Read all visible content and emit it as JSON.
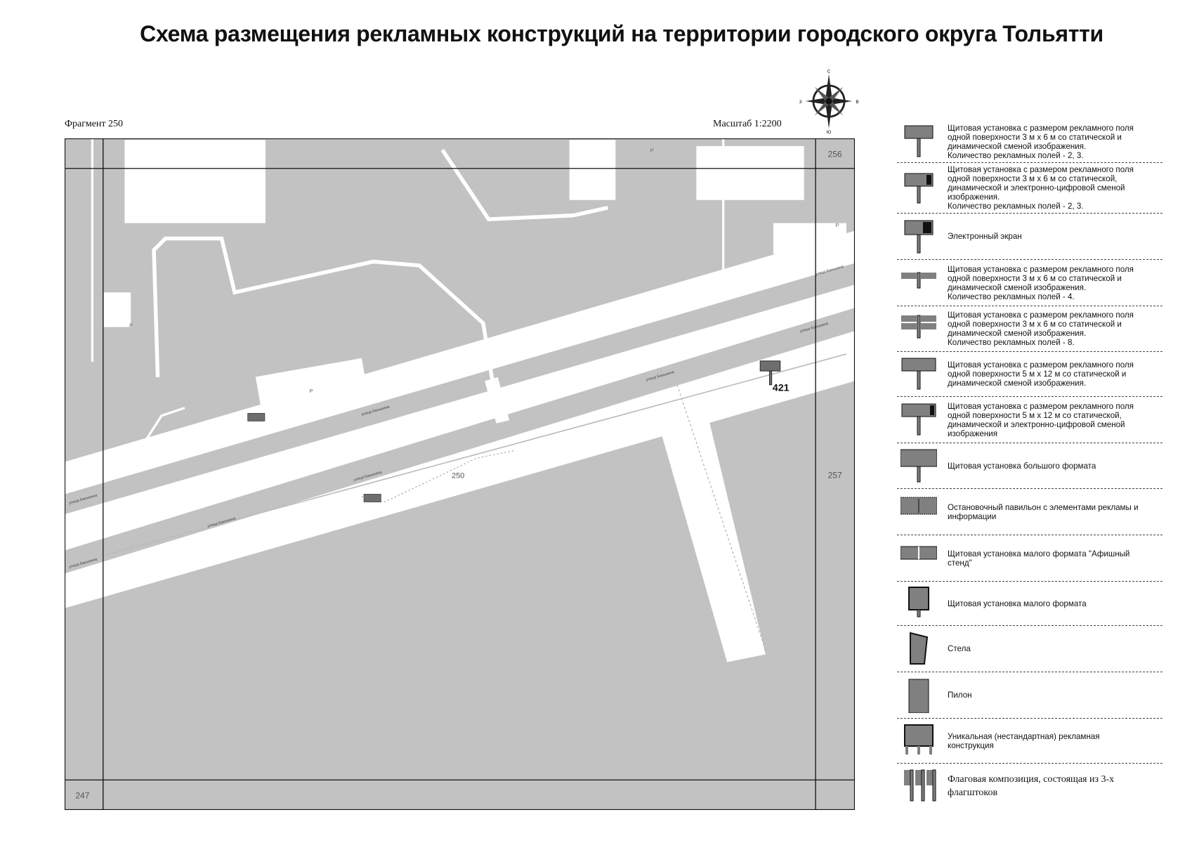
{
  "title": "Схема размещения рекламных конструкций на территории городского округа Тольятти",
  "fragment_label": "Фрагмент 250",
  "scale_label": "Масштаб 1:2200",
  "compass": {
    "north": "С",
    "south": "Ю",
    "west": "З",
    "east": "В"
  },
  "map": {
    "adjacent_sheets": {
      "top_right": "256",
      "right": "257",
      "bottom_left": "247"
    },
    "fragment_number_label": "250",
    "construction_number": "421",
    "street_name": "улица Баныкина",
    "parking_mark": "P",
    "colors": {
      "ground": "#c2c2c2",
      "roads": "#ffffff",
      "signs": "#6e6e6e"
    }
  },
  "legend": [
    {
      "icon": "billboard-3x6",
      "text": "Щитовая установка с размером рекламного поля\nодной поверхности 3 м х 6 м со статической и\nдинамической сменой изображения.\nКоличество рекламных полей - 2, 3."
    },
    {
      "icon": "billboard-3x6-digital",
      "text": "Щитовая установка с размером рекламного поля\nодной поверхности 3 м х 6 м со статической,\nдинамической и электронно-цифровой сменой\nизображения.\nКоличество рекламных полей - 2, 3."
    },
    {
      "icon": "electronic-screen",
      "text": "Электронный экран"
    },
    {
      "icon": "billboard-4-fields",
      "text": "Щитовая установка с размером рекламного поля\nодной поверхности 3 м х 6 м со статической и\nдинамической сменой изображения.\nКоличество рекламных полей - 4."
    },
    {
      "icon": "billboard-8-fields",
      "text": "Щитовая установка с размером рекламного поля\nодной поверхности 3 м х 6 м со статической и\nдинамической сменой изображения.\nКоличество рекламных полей - 8."
    },
    {
      "icon": "billboard-5x12",
      "text": "Щитовая установка с размером рекламного поля\nодной поверхности 5 м х 12 м со статической и\nдинамической сменой изображения."
    },
    {
      "icon": "billboard-5x12-digital",
      "text": "Щитовая установка с размером рекламного поля\nодной поверхности 5 м х 12 м со статической,\nдинамической и электронно-цифровой сменой\nизображения"
    },
    {
      "icon": "billboard-large",
      "text": "Щитовая установка большого формата"
    },
    {
      "icon": "bus-stop-pavilion",
      "text": "Остановочный павильон с элементами рекламы и\nинформации"
    },
    {
      "icon": "poster-stand",
      "text": "Щитовая установка малого формата \"Афишный\nстенд\""
    },
    {
      "icon": "small-billboard",
      "text": "Щитовая установка малого формата"
    },
    {
      "icon": "stele",
      "text": "Стела"
    },
    {
      "icon": "pylon",
      "text": "Пилон"
    },
    {
      "icon": "unique-construction",
      "text": "Уникальная (нестандартная) рекламная\nконструкция"
    },
    {
      "icon": "flag-composition",
      "text": "Флаговая композиция, состоящая из 3-х\nфлагштоков"
    }
  ]
}
